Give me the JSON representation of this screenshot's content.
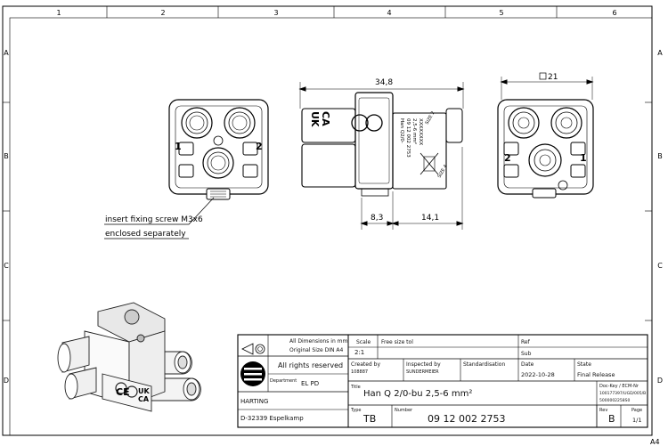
{
  "columns": [
    "1",
    "2",
    "3",
    "4",
    "5",
    "6"
  ],
  "rows": [
    "A",
    "B",
    "C",
    "D"
  ],
  "sheet_format": "A4",
  "dimensions": {
    "width": "34,8",
    "square": "21",
    "left_len": "8,3",
    "right_len": "14,1"
  },
  "annotation": {
    "line1": "insert fixing screw M3x6",
    "line2": "enclosed separately"
  },
  "pins": {
    "one": "1",
    "two": "2"
  },
  "side_marks": {
    "ce": "CE",
    "ukca_top": "UK",
    "ukca_bottom": "CA",
    "label_lines": [
      "Han Q2/0-",
      "09 12 002 2753",
      "2,5-6 mm²",
      "XXXXXXXX"
    ],
    "small": [
      "SIZE 2",
      "SIZE 4"
    ]
  },
  "title_block": {
    "dims_note_1": "All Dimensions in mm",
    "dims_note_2": "Original Size DIN A4",
    "rights": "All rights reserved",
    "company": "HARTING",
    "address": "D-32339 Espelkamp",
    "department_label": "Department",
    "department": "EL PD",
    "scale_label": "Scale",
    "scale": "2:1",
    "tolerance": "Free size tol",
    "ref_label": "Ref",
    "sub_label": "Sub",
    "created_label": "Created by",
    "created": "108887",
    "inspected_label": "Inspected by",
    "inspected": "SUNDERMEIER",
    "standard_label": "Standardisation",
    "date_label": "Date",
    "date": "2022-10-28",
    "state_label": "State",
    "state": "Final Release",
    "title_label": "Title",
    "title": "Han Q 2/0-bu 2,5-6 mm²",
    "dockey_label": "Doc-Key / ECM-Nr",
    "dockey_1": "100177397/UGD/005/B",
    "dockey_2": "5000002258S0",
    "type_label": "Type",
    "type": "TB",
    "number_label": "Number",
    "number": "09 12 002 2753",
    "rev_label": "Rev",
    "rev": "B",
    "page_label": "Page",
    "page": "1/1"
  }
}
